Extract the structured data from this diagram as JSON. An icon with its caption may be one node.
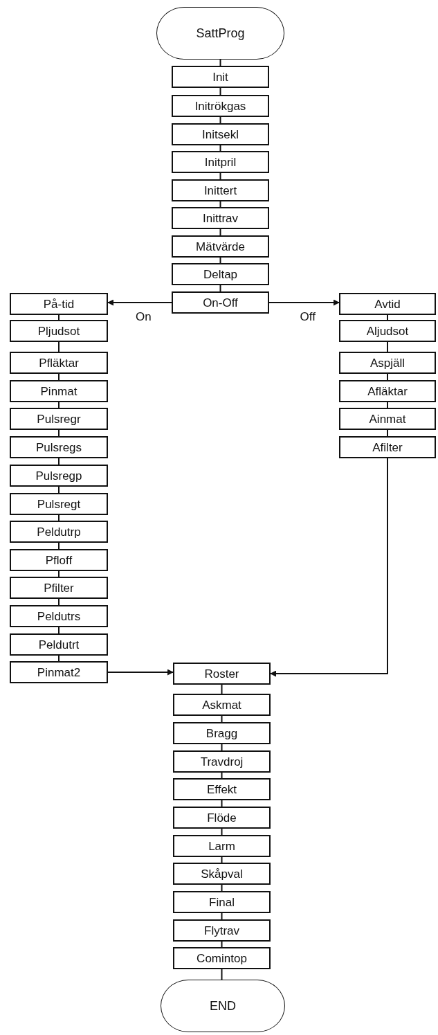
{
  "diagram": {
    "nodes": [
      {
        "text": [
          "SattProg"
        ]
      },
      {
        "text": [
          "Init"
        ]
      },
      {
        "text": [
          "Initrökgas"
        ]
      },
      {
        "text": [
          "Initsekl"
        ]
      },
      {
        "text": [
          "Initpril"
        ]
      },
      {
        "text": [
          "Inittert"
        ]
      },
      {
        "text": [
          "Inittrav"
        ]
      },
      {
        "text": [
          "Mätvärde"
        ]
      },
      {
        "text": [
          "Deltap"
        ]
      },
      {
        "text": [
          "On-Off"
        ]
      },
      {
        "text": [
          "På-tid"
        ]
      },
      {
        "text": [
          "Pljudsot"
        ]
      },
      {
        "text": [
          "Pfläktar"
        ]
      },
      {
        "text": [
          "Pinmat"
        ]
      },
      {
        "text": [
          "Pulsregr"
        ]
      },
      {
        "text": [
          "Pulsregs"
        ]
      },
      {
        "text": [
          "Pulsregp"
        ]
      },
      {
        "text": [
          "Pulsregt"
        ]
      },
      {
        "text": [
          "Peldutrp"
        ]
      },
      {
        "text": [
          "Pfloff"
        ]
      },
      {
        "text": [
          "Pfilter"
        ]
      },
      {
        "text": [
          "Peldutrs"
        ]
      },
      {
        "text": [
          "Peldutrt"
        ]
      },
      {
        "text": [
          "Pinmat2"
        ]
      },
      {
        "text": [
          "Avtid"
        ]
      },
      {
        "text": [
          "Aljudsot"
        ]
      },
      {
        "text": [
          "Aspjäll"
        ]
      },
      {
        "text": [
          "Afläktar"
        ]
      },
      {
        "text": [
          "Ainmat"
        ]
      },
      {
        "text": [
          "Afilter"
        ]
      },
      {
        "text": [
          "Roster"
        ]
      },
      {
        "text": [
          "Askmat"
        ]
      },
      {
        "text": [
          "Bragg"
        ]
      },
      {
        "text": [
          "Travdroj"
        ]
      },
      {
        "text": [
          "Effekt"
        ]
      },
      {
        "text": [
          "Flöde"
        ]
      },
      {
        "text": [
          "Larm"
        ]
      },
      {
        "text": [
          "Skåpval"
        ]
      },
      {
        "text": [
          "Final"
        ]
      },
      {
        "text": [
          "Flytrav"
        ]
      },
      {
        "text": [
          "Comintop"
        ]
      },
      {
        "text": [
          "END"
        ]
      }
    ],
    "edges": [
      {
        "from": 0,
        "to": 1,
        "arrow": "none"
      },
      {
        "from": 1,
        "to": 2,
        "arrow": "none"
      },
      {
        "from": 2,
        "to": 3,
        "arrow": "none"
      },
      {
        "from": 3,
        "to": 4,
        "arrow": "none"
      },
      {
        "from": 4,
        "to": 5,
        "arrow": "none"
      },
      {
        "from": 5,
        "to": 6,
        "arrow": "none"
      },
      {
        "from": 6,
        "to": 7,
        "arrow": "none"
      },
      {
        "from": 7,
        "to": 8,
        "arrow": "none"
      },
      {
        "from": 8,
        "to": 9,
        "arrow": "none"
      },
      {
        "from": 9,
        "to": 10,
        "arrow": "to",
        "label": "On"
      },
      {
        "from": 9,
        "to": 24,
        "arrow": "to",
        "label": "Off"
      },
      {
        "from": 10,
        "to": 11,
        "arrow": "none"
      },
      {
        "from": 11,
        "to": 12,
        "arrow": "none"
      },
      {
        "from": 12,
        "to": 13,
        "arrow": "none"
      },
      {
        "from": 13,
        "to": 14,
        "arrow": "none"
      },
      {
        "from": 14,
        "to": 15,
        "arrow": "none"
      },
      {
        "from": 15,
        "to": 16,
        "arrow": "none"
      },
      {
        "from": 16,
        "to": 17,
        "arrow": "none"
      },
      {
        "from": 17,
        "to": 18,
        "arrow": "none"
      },
      {
        "from": 18,
        "to": 19,
        "arrow": "none"
      },
      {
        "from": 19,
        "to": 20,
        "arrow": "none"
      },
      {
        "from": 20,
        "to": 21,
        "arrow": "none"
      },
      {
        "from": 21,
        "to": 22,
        "arrow": "none"
      },
      {
        "from": 22,
        "to": 23,
        "arrow": "none"
      },
      {
        "from": 24,
        "to": 25,
        "arrow": "none"
      },
      {
        "from": 25,
        "to": 26,
        "arrow": "none"
      },
      {
        "from": 26,
        "to": 27,
        "arrow": "none"
      },
      {
        "from": 27,
        "to": 28,
        "arrow": "none"
      },
      {
        "from": 28,
        "to": 29,
        "arrow": "none"
      },
      {
        "from": 23,
        "to": 30,
        "arrow": "to"
      },
      {
        "from": 29,
        "to": 30,
        "arrow": "to"
      },
      {
        "from": 30,
        "to": 31,
        "arrow": "none"
      },
      {
        "from": 31,
        "to": 32,
        "arrow": "none"
      },
      {
        "from": 32,
        "to": 33,
        "arrow": "none"
      },
      {
        "from": 33,
        "to": 34,
        "arrow": "none"
      },
      {
        "from": 34,
        "to": 35,
        "arrow": "none"
      },
      {
        "from": 35,
        "to": 36,
        "arrow": "none"
      },
      {
        "from": 36,
        "to": 37,
        "arrow": "none"
      },
      {
        "from": 37,
        "to": 38,
        "arrow": "none"
      },
      {
        "from": 38,
        "to": 39,
        "arrow": "none"
      },
      {
        "from": 39,
        "to": 40,
        "arrow": "none"
      },
      {
        "from": 40,
        "to": 41,
        "arrow": "none"
      }
    ]
  }
}
